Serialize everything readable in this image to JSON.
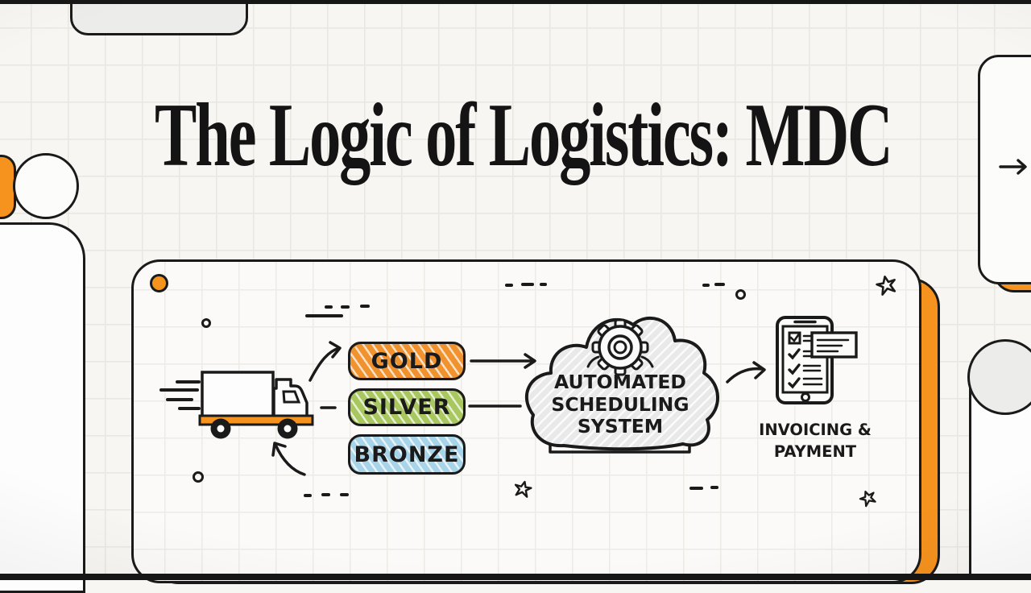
{
  "title": "The Logic of Logistics: MDC",
  "flow": {
    "tiers": [
      {
        "label": "GOLD",
        "color": "#F0922E"
      },
      {
        "label": "SILVER",
        "color": "#A9C75F"
      },
      {
        "label": "BRONZE",
        "color": "#A8D4E9"
      }
    ],
    "cloud": {
      "lines": [
        "AUTOMATED",
        "SCHEDULING",
        "SYSTEM"
      ]
    },
    "invoicing": {
      "lines": [
        "INVOICING &",
        "PAYMENT"
      ]
    }
  },
  "colors": {
    "accent": "#F6921E",
    "ink": "#1a1a1a",
    "cloud_fill": "#E9E9E9"
  }
}
